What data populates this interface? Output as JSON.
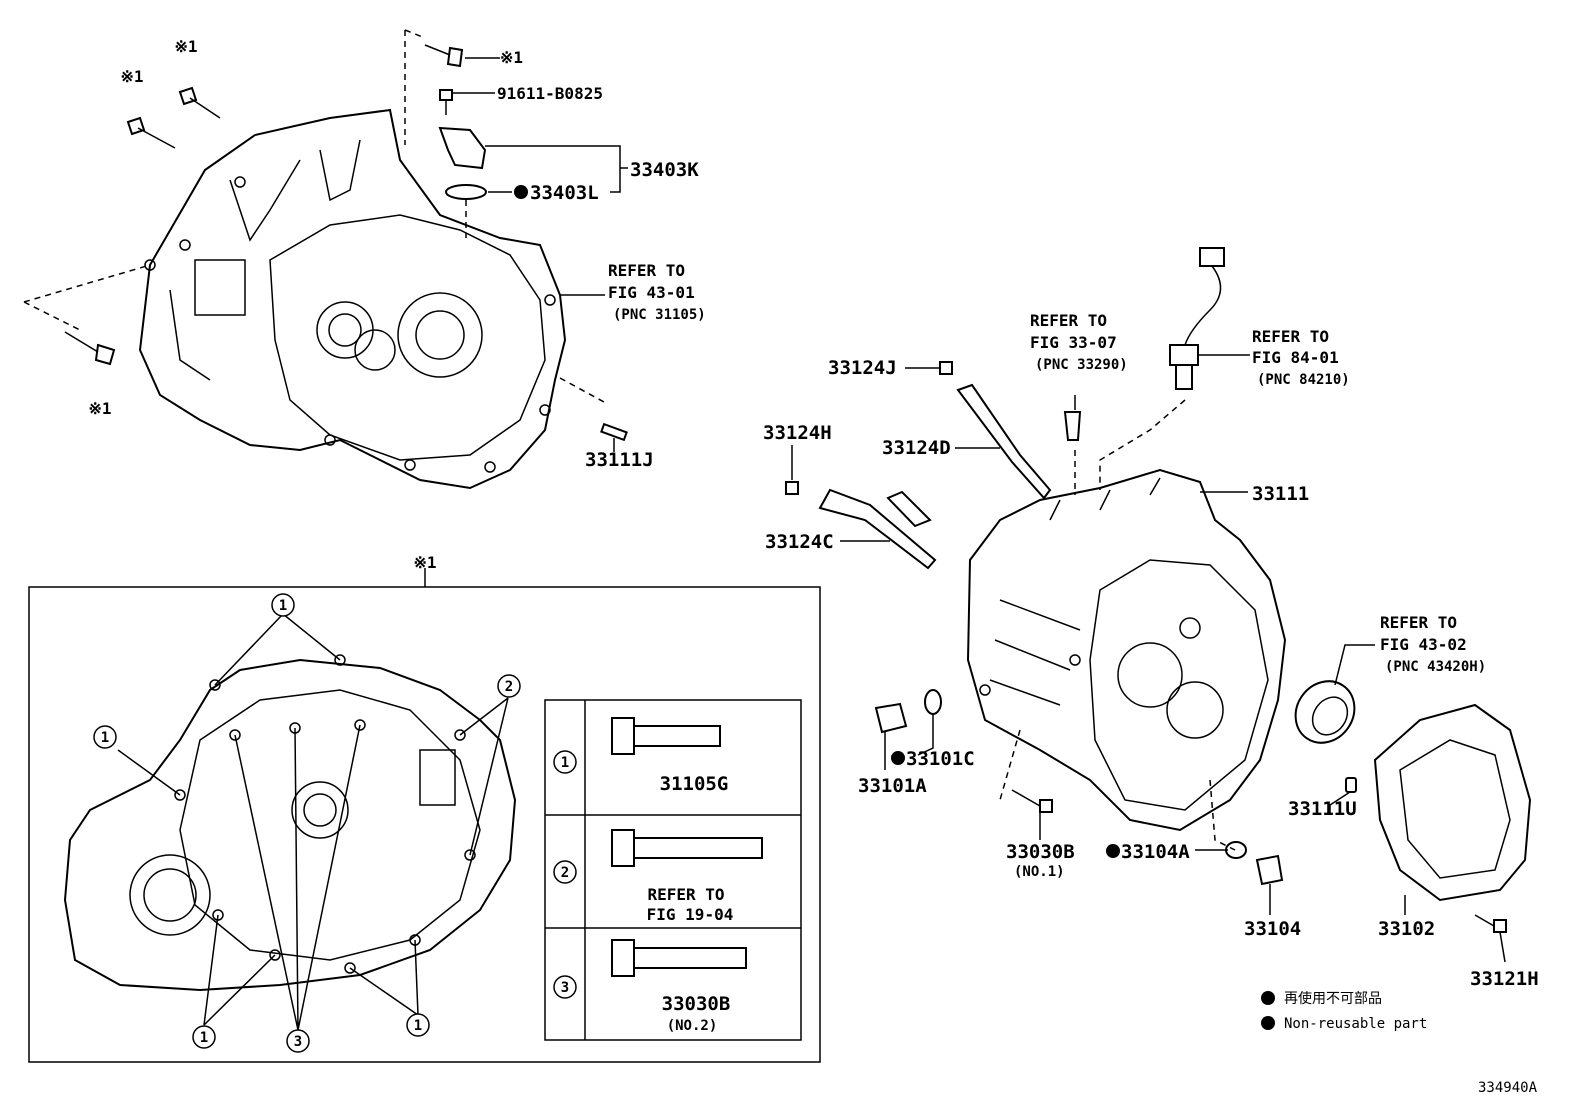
{
  "mark_note": "※1",
  "labels": {
    "p91611": "91611-B0825",
    "p33403K": "33403K",
    "p33403L": "33403L",
    "p33111J": "33111J",
    "p33124J": "33124J",
    "p33124H": "33124H",
    "p33124D": "33124D",
    "p33124C": "33124C",
    "p33111": "33111",
    "p33101A": "33101A",
    "p33101C": "33101C",
    "p33030B": "33030B",
    "p33030B_no1": "(NO.1)",
    "p33104A": "33104A",
    "p33104": "33104",
    "p33102": "33102",
    "p33111U": "33111U",
    "p33121H": "33121H"
  },
  "refs": {
    "r1": {
      "line1": "REFER TO",
      "line2": "FIG 43-01",
      "line3": "(PNC 31105)"
    },
    "r2": {
      "line1": "REFER TO",
      "line2": "FIG 33-07",
      "line3": "(PNC 33290)"
    },
    "r3": {
      "line1": "REFER TO",
      "line2": "FIG 84-01",
      "line3": "(PNC 84210)"
    },
    "r4": {
      "line1": "REFER TO",
      "line2": "FIG 43-02",
      "line3": "(PNC 43420H)"
    }
  },
  "table": {
    "rows": [
      {
        "num": "1",
        "part": "31105G",
        "sub": ""
      },
      {
        "num": "2",
        "part": "REFER TO",
        "sub": "FIG 19-04"
      },
      {
        "num": "3",
        "part": "33030B",
        "sub": "(NO.2)"
      }
    ]
  },
  "callouts": {
    "c1": "1",
    "c2": "2",
    "c3": "3"
  },
  "legend": {
    "jp": "再使用不可部品",
    "en": "Non-reusable part"
  },
  "figure_id": "334940A"
}
